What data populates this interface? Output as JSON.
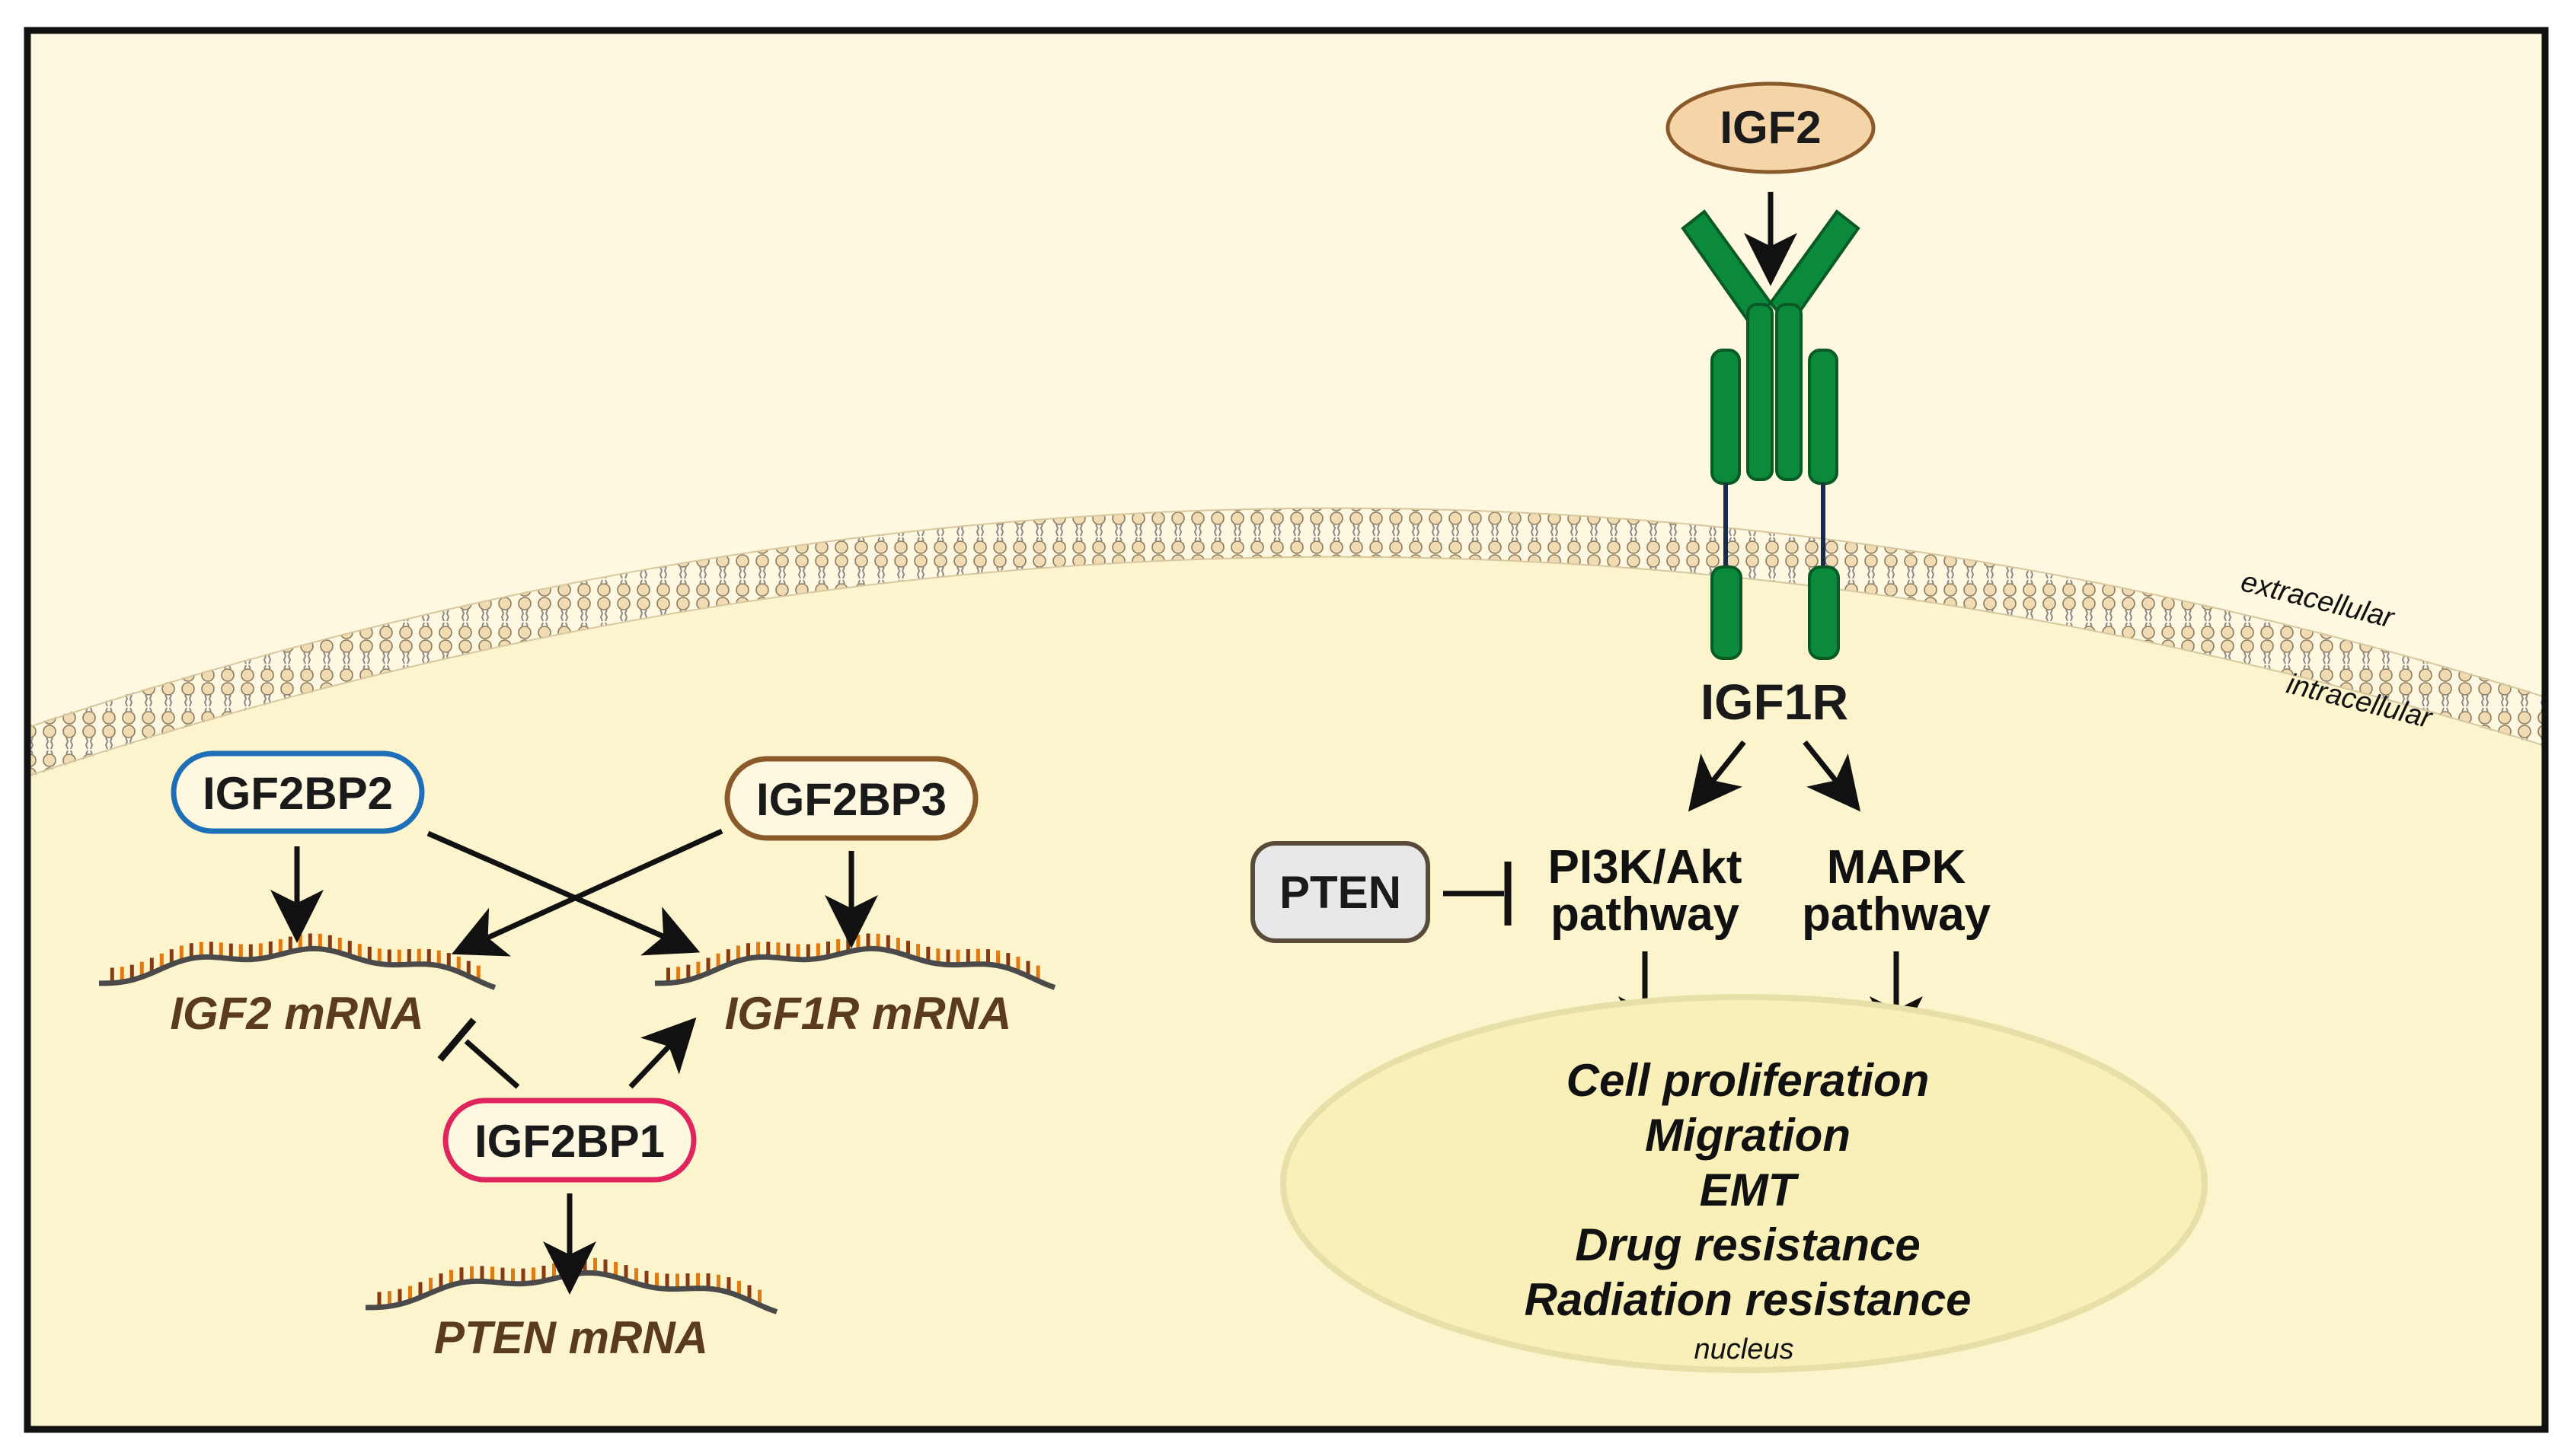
{
  "ligand": {
    "label": "IGF2"
  },
  "receptor": {
    "label": "IGF1R",
    "color": "#0a8a3a"
  },
  "membrane": {
    "outside_label": "extracellular",
    "inside_label": "intracellular"
  },
  "binding_proteins": [
    {
      "label": "IGF2BP2",
      "border_color": "#1f6fb8"
    },
    {
      "label": "IGF2BP3",
      "border_color": "#8a5a2b"
    },
    {
      "label": "IGF2BP1",
      "border_color": "#e0245e"
    }
  ],
  "mrnas": [
    {
      "label": "IGF2 mRNA"
    },
    {
      "label": "IGF1R mRNA"
    },
    {
      "label": "PTEN mRNA"
    }
  ],
  "inhibitor": {
    "label": "PTEN"
  },
  "pathways": [
    {
      "line1": "PI3K/Akt",
      "line2": "pathway"
    },
    {
      "line1": "MAPK",
      "line2": "pathway"
    }
  ],
  "outcomes": [
    "Cell proliferation",
    "Migration",
    "EMT",
    "Drug resistance",
    "Radiation resistance"
  ],
  "nucleus_label": "nucleus",
  "colors": {
    "cytoplasm": "#fdf8df",
    "nucleus": "#f8f0b8",
    "receptor": "#0a8a3a",
    "ligand": "#f5d5a8",
    "pten_box": "#e8e8e8"
  }
}
